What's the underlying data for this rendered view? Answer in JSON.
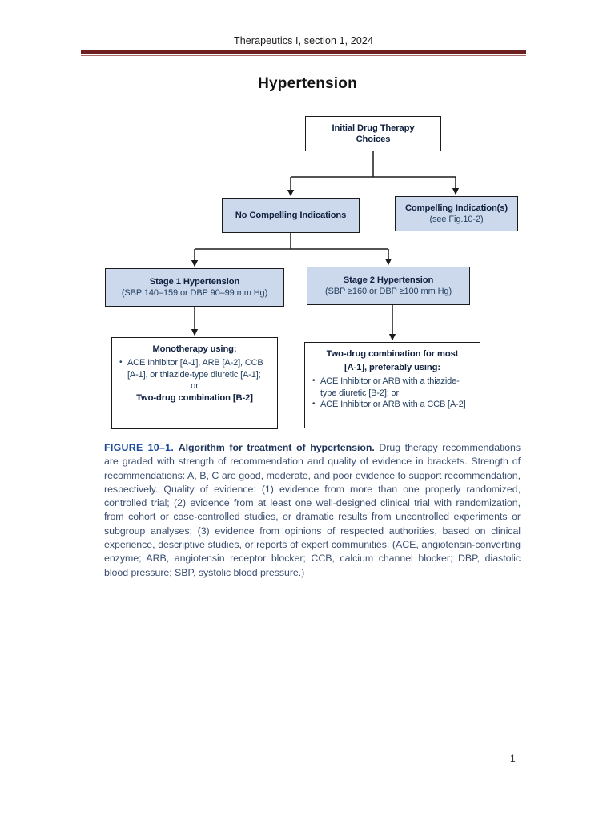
{
  "header": {
    "running_head": "Therapeutics I, section 1, 2024",
    "rule_color": "#6e2020"
  },
  "document": {
    "title": "Hypertension",
    "page_number": "1"
  },
  "figure": {
    "accent_box_fill": "#ccd9ec",
    "nodes": {
      "initial": {
        "line1": "Initial Drug Therapy",
        "line2": "Choices"
      },
      "no_compelling": {
        "line1": "No Compelling Indications"
      },
      "compelling": {
        "line1": "Compelling Indication(s)",
        "line2": "(see Fig.10-2)"
      },
      "stage1": {
        "line1": "Stage 1 Hypertension",
        "line2": "(SBP 140–159 or DBP 90–99 mm Hg)"
      },
      "stage2": {
        "line1": "Stage 2 Hypertension",
        "line2": "(SBP ≥160 or DBP ≥100 mm Hg)"
      },
      "monotherapy": {
        "title": "Monotherapy using:",
        "bullets": [
          "ACE Inhibitor [A-1], ARB [A-2], CCB [A-1], or thiazide-type diuretic [A-1];"
        ],
        "connector": "or",
        "footer": "Two-drug combination [B-2]"
      },
      "two_drug": {
        "title_line1": "Two-drug combination for most",
        "title_line2": "[A-1], preferably using:",
        "bullets": [
          "ACE Inhibitor or ARB with a thiazide-type diuretic [B-2]; or",
          "ACE Inhibitor or ARB with a CCB [A-2]"
        ]
      }
    }
  },
  "caption": {
    "label": "FIGURE 10–1.",
    "bold_title": "Algorithm for treatment of hypertension.",
    "body": " Drug therapy recommendations are graded with strength of recommendation and quality of evidence in brackets. Strength of recommendations: A, B, C are good, moderate, and poor evidence to support recommendation, respectively. Quality of evidence: (1) evidence from more than one properly randomized, controlled trial; (2) evidence from at least one well-designed clinical trial with randomization, from cohort or case-controlled studies, or dramatic results from uncontrolled experiments or subgroup analyses; (3) evidence from opinions of respected authorities, based on clinical experience, descriptive studies, or reports of expert communities. (ACE, angiotensin-converting enzyme; ARB, angiotensin receptor blocker; CCB, calcium channel blocker; DBP, diastolic blood pressure; SBP, systolic blood pressure.)"
  }
}
